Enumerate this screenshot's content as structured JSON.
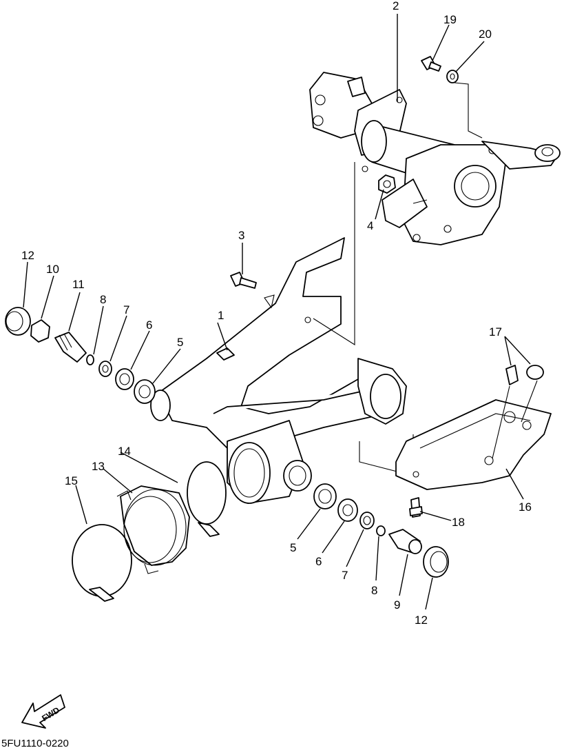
{
  "diagram": {
    "callouts": {
      "c1": "1",
      "c2": "2",
      "c3": "3",
      "c4": "4",
      "c5a": "5",
      "c5b": "5",
      "c6a": "6",
      "c6b": "6",
      "c7a": "7",
      "c7b": "7",
      "c8a": "8",
      "c8b": "8",
      "c9": "9",
      "c10": "10",
      "c11": "11",
      "c12a": "12",
      "c12b": "12",
      "c13": "13",
      "c14": "14",
      "c15": "15",
      "c16": "16",
      "c17": "17",
      "c18": "18",
      "c19": "19",
      "c20": "20"
    },
    "fwd_label": "FWD",
    "drawing_code": "5FU1110-0220"
  }
}
